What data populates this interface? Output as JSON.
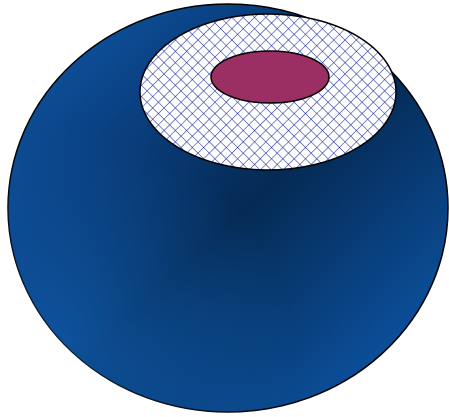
{
  "diagram": {
    "shapes": [
      "outer-sphere",
      "hatched-cap",
      "inner-ellipse"
    ],
    "colors": {
      "sphere_dark": "#062a52",
      "sphere_mid": "#0a3d7a",
      "sphere_light": "#0e62b8",
      "outline": "#000000",
      "hatch_line": "#1b2a9a",
      "hatch_bg": "#ffffff",
      "inner_fill": "#9b2f63"
    },
    "pattern": "diagonal-crosshatch"
  }
}
